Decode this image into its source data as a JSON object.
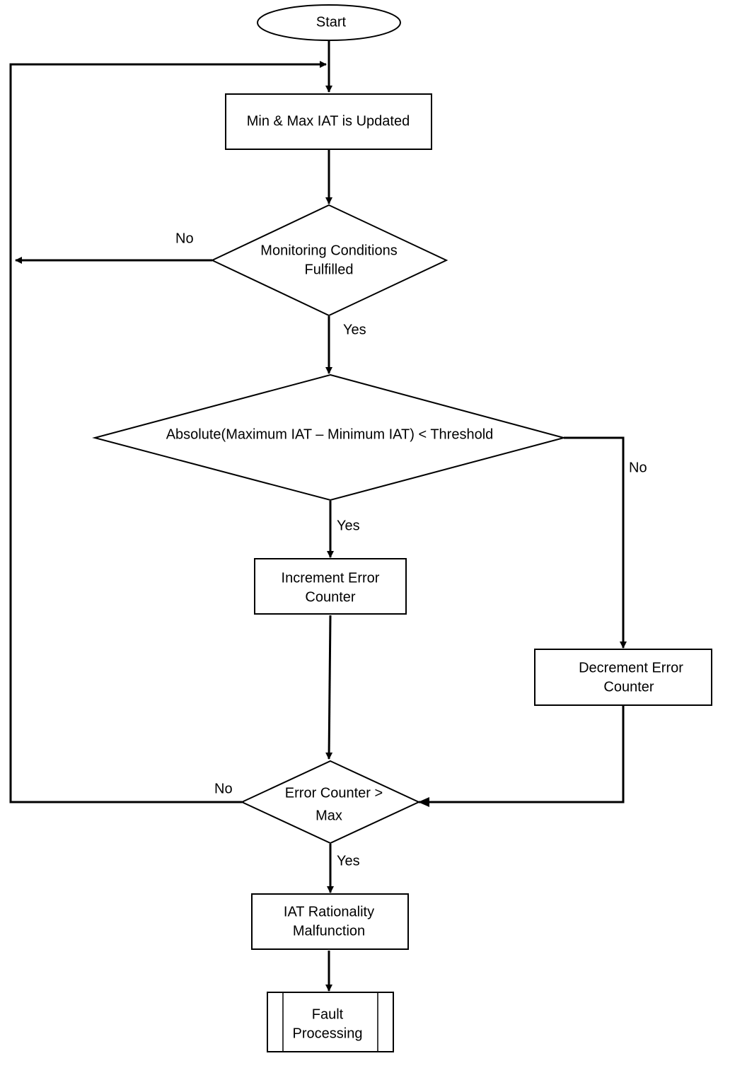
{
  "nodes": {
    "start": {
      "text": "Start"
    },
    "update": {
      "text": "Min & Max IAT is Updated"
    },
    "monitoring": {
      "line1": "Monitoring Conditions",
      "line2": "Fulfilled"
    },
    "threshold": {
      "text": "Absolute(Maximum IAT – Minimum IAT) < Threshold"
    },
    "increment": {
      "line1": "Increment Error",
      "line2": "Counter"
    },
    "decrement": {
      "line1": "Decrement Error",
      "line2": "Counter"
    },
    "counter": {
      "line1": "Error Counter >",
      "line2": "Max"
    },
    "malfunction": {
      "line1": "IAT Rationality",
      "line2": "Malfunction"
    },
    "fault": {
      "line1": "Fault",
      "line2": "Processing"
    }
  },
  "edges": {
    "monitoring_no": "No",
    "monitoring_yes": "Yes",
    "threshold_no": "No",
    "threshold_yes": "Yes",
    "counter_no": "No",
    "counter_yes": "Yes"
  }
}
